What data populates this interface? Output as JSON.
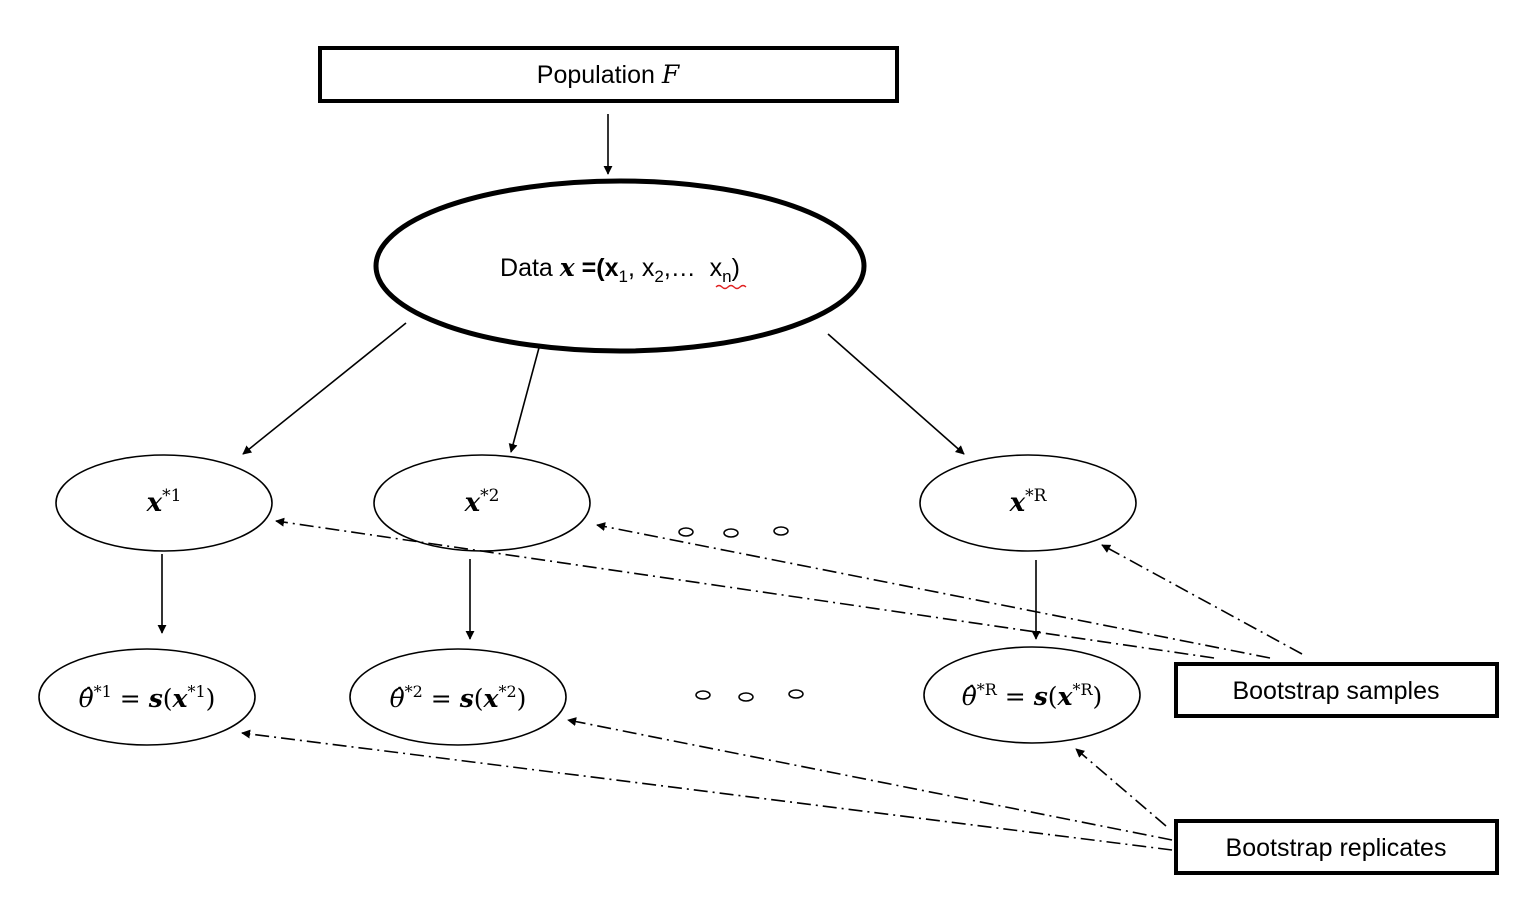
{
  "population": {
    "label": "Population",
    "symbol": "F"
  },
  "data": {
    "prefix": "Data ",
    "var": "x",
    "eq": " =(x",
    "sub1": "1",
    "sep1": ", x",
    "sub2": "2",
    "mid": ",…  x",
    "subn": "n",
    "close": ")"
  },
  "samples": [
    {
      "var": "x",
      "sup": "*1"
    },
    {
      "var": "x",
      "sup": "*2"
    },
    {
      "var": "x",
      "sup": "*R"
    }
  ],
  "replicates": [
    {
      "theta": "θ̂",
      "sup": "*1",
      "eq": " = ",
      "fn": "s",
      "open": "(",
      "var": "x",
      "arg_sup": "*1",
      "close": ")"
    },
    {
      "theta": "θ̂",
      "sup": "*2",
      "eq": " = ",
      "fn": "s",
      "open": "(",
      "var": "x",
      "arg_sup": "*2",
      "close": ")"
    },
    {
      "theta": "θ̂",
      "sup": "*R",
      "eq": " = ",
      "fn": "s",
      "open": "(",
      "var": "x",
      "arg_sup": "*R",
      "close": ")"
    }
  ],
  "labels": {
    "bootstrap_samples": "Bootstrap samples",
    "bootstrap_replicates": "Bootstrap replicates"
  },
  "colors": {
    "stroke": "#000000",
    "spellcheck_underline": "#e02020"
  }
}
